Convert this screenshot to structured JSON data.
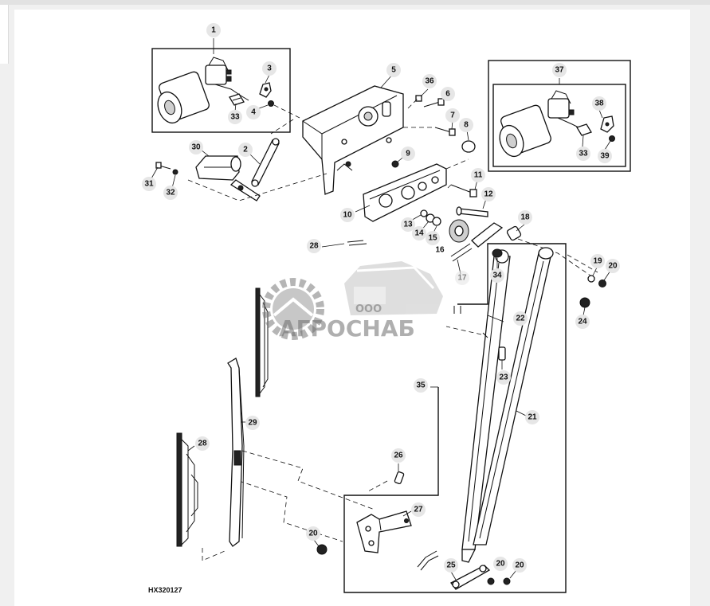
{
  "figure_id": "HX320127",
  "watermark": {
    "company_prefix": "ООО",
    "company_name": "АГРОСНАБ"
  },
  "callouts": {
    "c1": "1",
    "c3": "3",
    "c33a": "33",
    "c4": "4",
    "c5": "5",
    "c36": "36",
    "c6": "6",
    "c7": "7",
    "c8": "8",
    "c37": "37",
    "c38": "38",
    "c33b": "33",
    "c39": "39",
    "c30": "30",
    "c2": "2",
    "c31": "31",
    "c32": "32",
    "c9": "9",
    "c10": "10",
    "c11": "11",
    "c12": "12",
    "c13": "13",
    "c14": "14",
    "c15": "15",
    "c16": "16",
    "c17": "17",
    "c18": "18",
    "c19": "19",
    "c20a": "20",
    "c24": "24",
    "c34": "34",
    "c22": "22",
    "c23": "23",
    "c35": "35",
    "c21": "21",
    "c28a": "28",
    "c29": "29",
    "c28b": "28",
    "c26": "26",
    "c27": "27",
    "c20b": "20",
    "c25": "25",
    "c20c": "20",
    "c20d": "20"
  },
  "colors": {
    "background": "#f0f0f0",
    "card": "#ffffff",
    "line": "#111111",
    "callout_fill": "#e6e6e6",
    "watermark": "#6e6e6e"
  }
}
